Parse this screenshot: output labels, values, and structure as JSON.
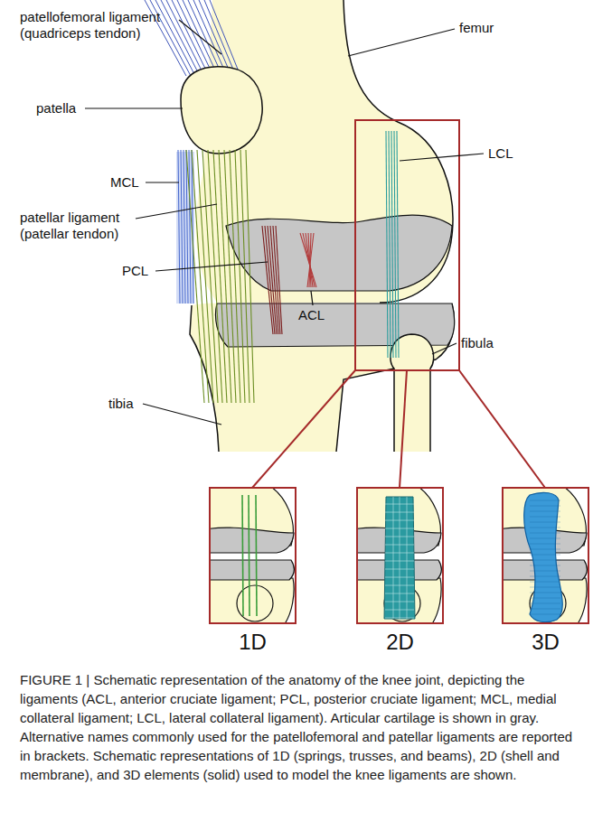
{
  "diagram": {
    "caption": "FIGURE 1 | Schematic representation of the anatomy of the knee joint, depicting the ligaments (ACL, anterior cruciate ligament; PCL, posterior cruciate ligament; MCL, medial collateral ligament; LCL, lateral collateral ligament). Articular cartilage is shown in gray. Alternative names commonly used for the patellofemoral and patellar ligaments are reported in brackets. Schematic representations of 1D (springs, trusses, and beams), 2D (shell and membrane), and 3D elements (solid) used to model the knee ligaments are shown.",
    "labels": [
      "patellofemoral ligament (quadriceps tendon)",
      "femur",
      "patella",
      "MCL",
      "patellar ligament (patellar tendon)",
      "PCL",
      "ACL",
      "LCL",
      "tibia",
      "fibula",
      "1D",
      "2D",
      "3D"
    ]
  }
}
